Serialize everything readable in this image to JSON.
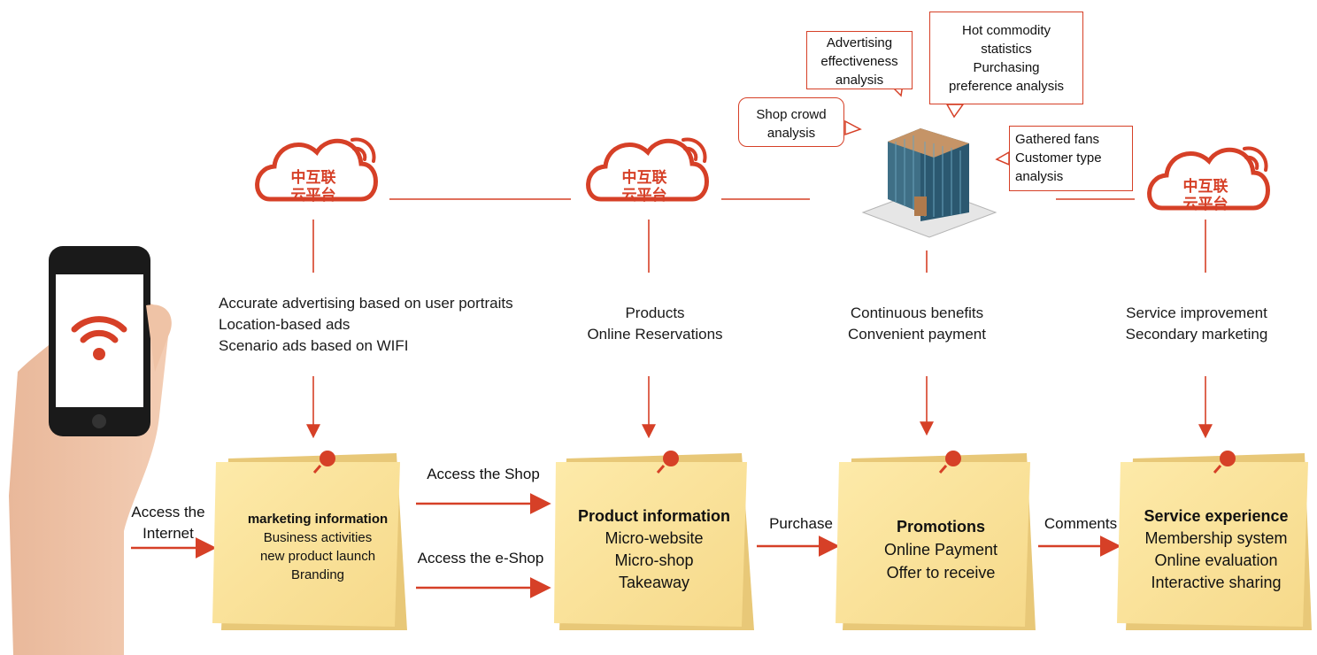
{
  "clouds": [
    {
      "line1": "中互联",
      "line2": "云平台"
    },
    {
      "line1": "中互联",
      "line2": "云平台"
    },
    {
      "line1": "中互联",
      "line2": "云平台"
    }
  ],
  "callouts": {
    "ad_effect": "Advertising effectiveness analysis",
    "hot_commodity": [
      "Hot commodity",
      "statistics",
      "Purchasing",
      "preference analysis"
    ],
    "shop_crowd": [
      "Shop crowd",
      "analysis"
    ],
    "fans": [
      "Gathered fans",
      "Customer type",
      "analysis"
    ]
  },
  "descriptions": {
    "advertising": [
      "Accurate advertising based on user portraits",
      "Location-based ads",
      "Scenario ads based on WIFI"
    ],
    "products": [
      "Products",
      "Online Reservations"
    ],
    "benefits": [
      "Continuous benefits",
      "Convenient payment"
    ],
    "service": [
      "Service improvement",
      "Secondary marketing"
    ]
  },
  "arrows": {
    "access_internet": [
      "Access the",
      "Internet"
    ],
    "access_shop": "Access the Shop",
    "access_eshop": "Access the e-Shop",
    "purchase": "Purchase",
    "comments": "Comments"
  },
  "notes": [
    {
      "title": "marketing information",
      "items": [
        "Business activities",
        "new product launch",
        "Branding"
      ]
    },
    {
      "title": "Product information",
      "items": [
        "Micro-website",
        "Micro-shop",
        "Takeaway"
      ]
    },
    {
      "title": "Promotions",
      "items": [
        "Online Payment",
        "Offer to receive"
      ]
    },
    {
      "title": "Service experience",
      "items": [
        "Membership system",
        "Online evaluation",
        "Interactive sharing"
      ]
    }
  ],
  "colors": {
    "accent": "#d64027",
    "note": "#fde9a6",
    "note_dark": "#f4d27a"
  }
}
